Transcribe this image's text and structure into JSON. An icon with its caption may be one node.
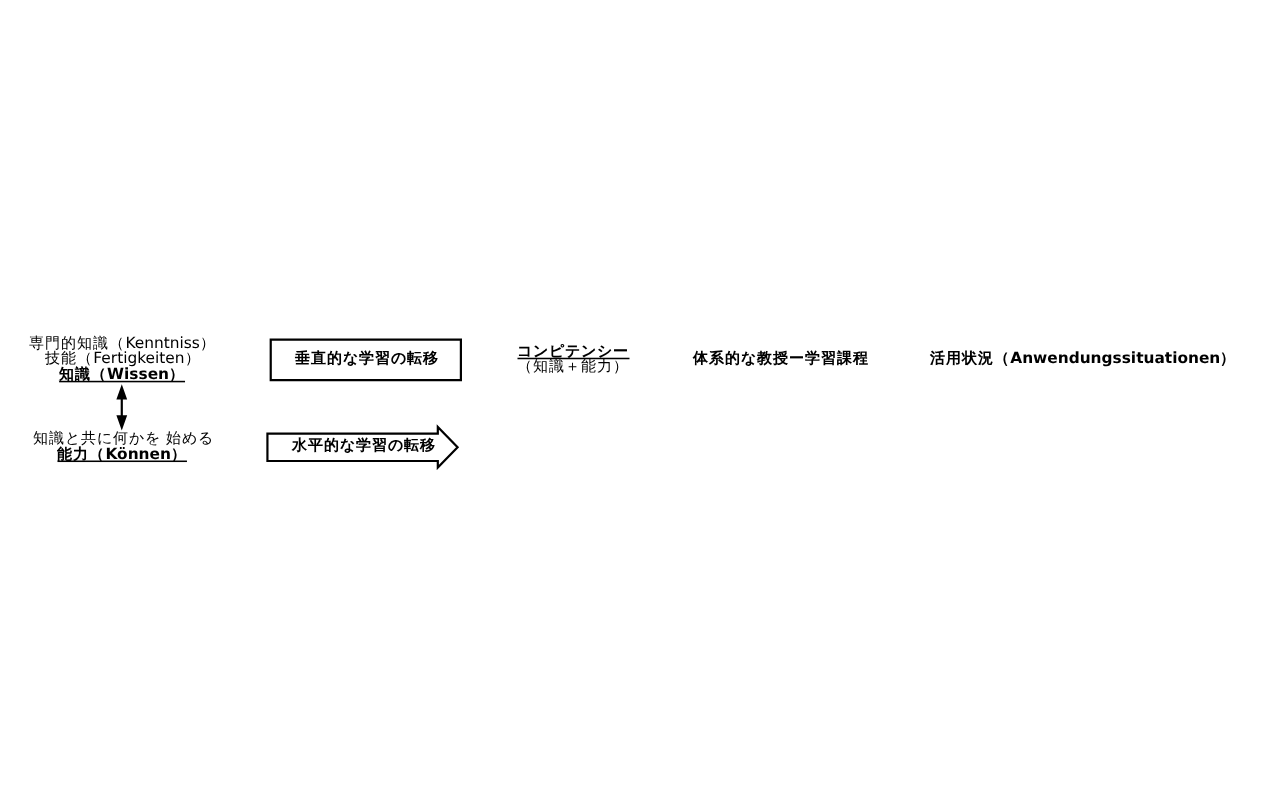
{
  "diagram": {
    "nodes": [
      {
        "text": [
          "専門的知識（Kenntniss）",
          "技能（Fertigkeiten）",
          "知識（Wissen）"
        ]
      },
      {
        "text": [
          "垂直的な学習の転移"
        ]
      },
      {
        "text": [
          "コンピテンシー",
          "（知識＋能力）"
        ]
      },
      {
        "text": [
          "水平的な学習の転移"
        ]
      },
      {
        "text": [
          "知識と共に何かを 始める",
          "能力（Können）"
        ]
      }
    ],
    "edges": [
      {
        "from": 0,
        "to": 4,
        "arrow": "both"
      }
    ],
    "labels": [
      "体系的な教授ー学習課程",
      "活用状況（Anwendungssituationen）"
    ]
  }
}
